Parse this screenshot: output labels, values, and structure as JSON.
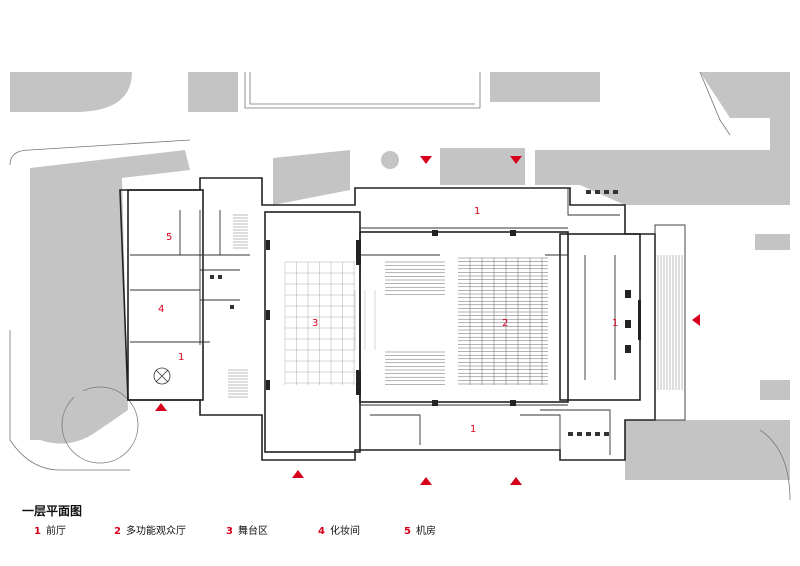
{
  "plan": {
    "title": "一层平面图",
    "room_labels": [
      {
        "id": "front-hall-north",
        "number": "1"
      },
      {
        "id": "front-hall-east",
        "number": "1"
      },
      {
        "id": "front-hall-south",
        "number": "1"
      },
      {
        "id": "front-hall-west",
        "number": "1"
      },
      {
        "id": "auditorium",
        "number": "2"
      },
      {
        "id": "stage",
        "number": "3"
      },
      {
        "id": "dressing-room",
        "number": "4"
      },
      {
        "id": "machine-room",
        "number": "5"
      }
    ],
    "legend": [
      {
        "number": "1",
        "label": "前厅"
      },
      {
        "number": "2",
        "label": "多功能观众厅"
      },
      {
        "number": "3",
        "label": "舞台区"
      },
      {
        "number": "4",
        "label": "化妆间"
      },
      {
        "number": "5",
        "label": "机房"
      }
    ],
    "colors": {
      "context_fill": "#c4c4c4",
      "wall": "#222222",
      "seat": "#666666",
      "accent_red": "#d6001c"
    },
    "entrance_marker_icon": "red-triangle-icon"
  }
}
